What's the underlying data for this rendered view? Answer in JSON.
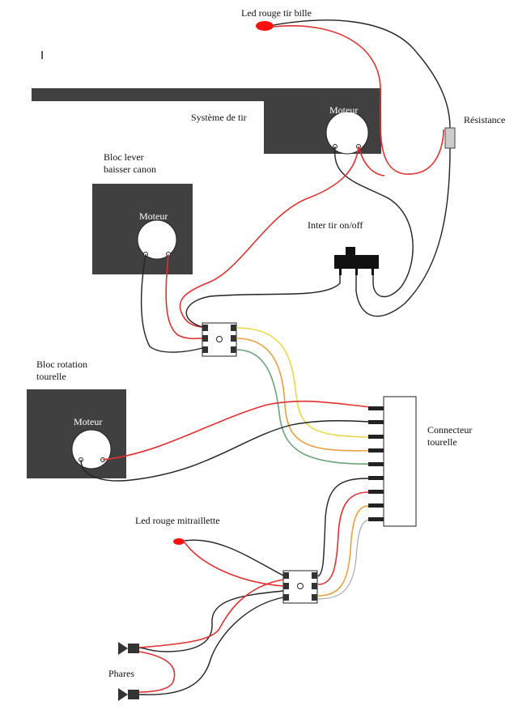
{
  "labels": {
    "cursor_mark": "I",
    "led_tir": "Led rouge tir bille",
    "systeme_tir": "Système de tir",
    "moteur_tir": "Moteur",
    "resistance": "Résistance",
    "bloc_lever_1": "Bloc lever",
    "bloc_lever_2": "baisser canon",
    "moteur_canon": "Moteur",
    "inter_tir": "Inter tir on/off",
    "bloc_rotation_1": "Bloc rotation",
    "bloc_rotation_2": "tourelle",
    "moteur_rotation": "Moteur",
    "connecteur_1": "Connecteur",
    "connecteur_2": "tourelle",
    "led_mitraillette": "Led rouge mitraillette",
    "phares": "Phares"
  },
  "colors": {
    "box_fill": "#404040",
    "wire_red": "#e03030",
    "wire_black": "#222222",
    "wire_yellow": "#e8d84a",
    "wire_green": "#6aa57a",
    "wire_orange": "#e8a040",
    "led_red": "#ff1010"
  }
}
